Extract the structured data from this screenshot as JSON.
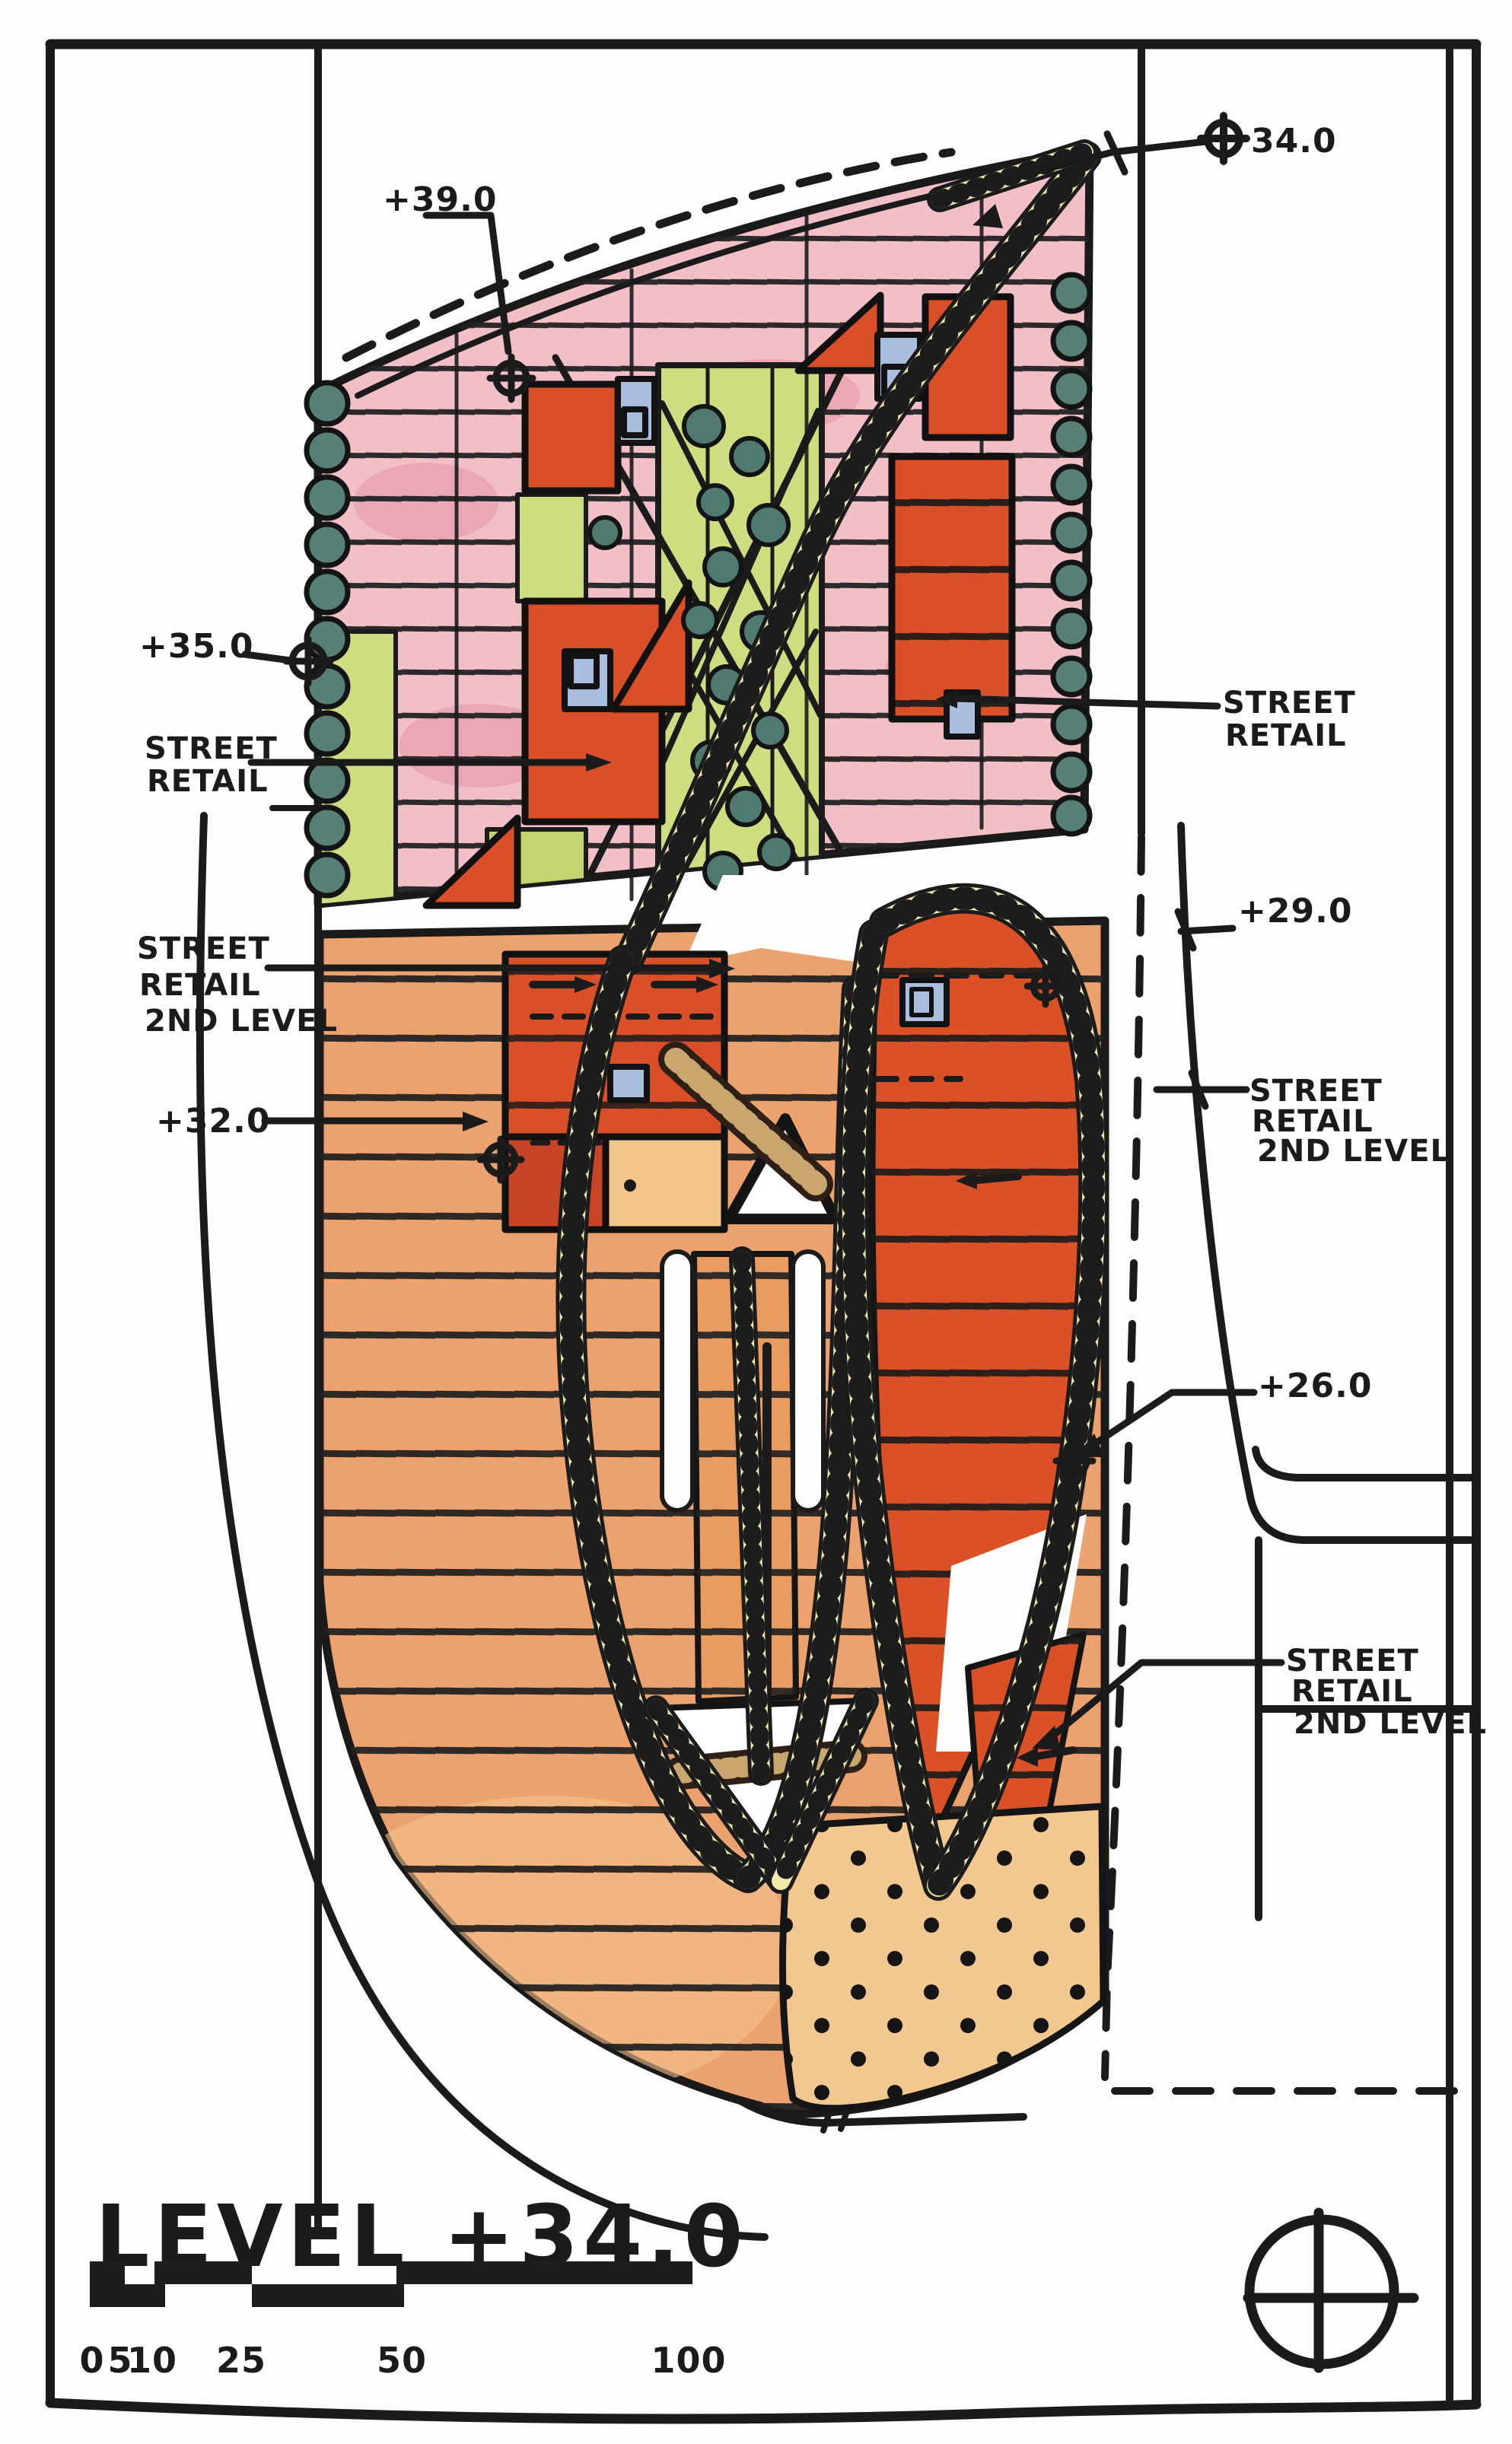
{
  "drawing": {
    "title": "LEVEL +34.0",
    "type": "hand-drawn architectural site plan sketch"
  },
  "annotations": {
    "elev_39": "+39.0",
    "elev_34": "34.0",
    "elev_35": "+35.0",
    "elev_32": "+32.0",
    "elev_29": "+29.0",
    "elev_26": "+26.0",
    "retail_left": {
      "l1": "STREET",
      "l2": "RETAIL"
    },
    "retail_2nd_left": {
      "l1": "STREET",
      "l2": "RETAIL",
      "l3": "2ND LEVEL"
    },
    "retail_right": {
      "l1": "STREET",
      "l2": "RETAIL"
    },
    "retail_2nd_right_upper": {
      "l1": "STREET",
      "l2": "RETAIL",
      "l3": "2ND LEVEL"
    },
    "retail_2nd_right_lower": {
      "l1": "STREET",
      "l2": "RETAIL",
      "l3": "2ND LEVEL"
    }
  },
  "scale_bar": {
    "ticks": [
      "0",
      "5",
      "10",
      "25",
      "50",
      "100"
    ]
  },
  "colors": {
    "paper": "#ffffff",
    "ink": "#1b1b1b",
    "pink_block": "#f3bfc6",
    "building_red": "#d94f28",
    "terrace_orange": "#eca26e",
    "plaza_tan": "#f2c88e",
    "walkway_cream": "#f1e9ac",
    "courtyard_green": "#cfdd80",
    "tree_teal": "#567f75",
    "skylight_blue": "#aabfe0"
  }
}
